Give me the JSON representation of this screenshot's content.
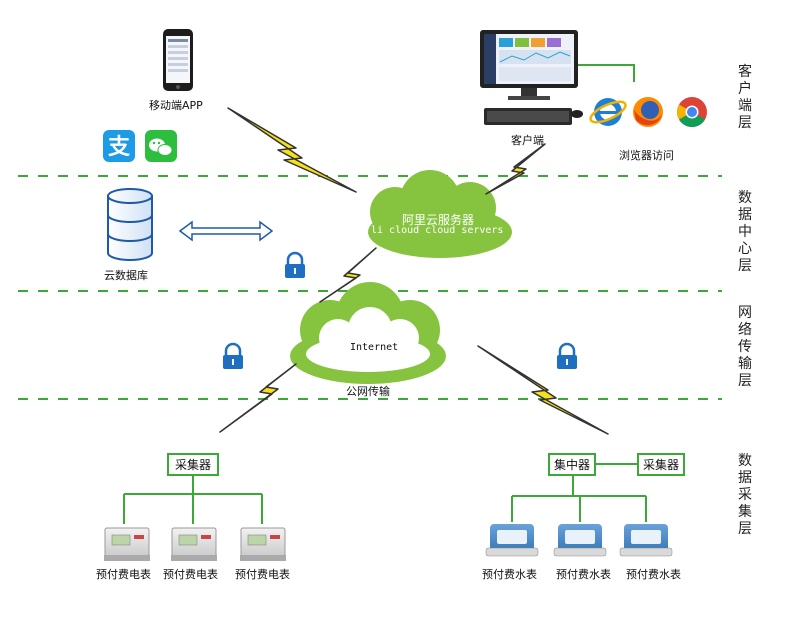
{
  "layers": {
    "client": "客户端层",
    "data_center": "数据中心层",
    "network": "网络传输层",
    "acquisition": "数据采集层"
  },
  "client": {
    "mobile_app": "移动端APP",
    "pc_client": "客户端",
    "browser_access": "浏览器访问"
  },
  "data_center": {
    "cloud_db": "云数据库",
    "cloud_name": "阿里云服务器",
    "cloud_sub": "li cloud  cloud servers"
  },
  "network": {
    "cloud_label": "Internet",
    "caption": "公网传输"
  },
  "acquisition": {
    "left_collector": "采集器",
    "concentrator": "集中器",
    "right_collector": "采集器",
    "electric_meters": [
      "预付费电表",
      "预付费电表",
      "预付费电表"
    ],
    "water_meters": [
      "预付费水表",
      "预付费水表",
      "预付费水表"
    ]
  },
  "colors": {
    "green": "#3aa935",
    "cloud": "#86c440",
    "bolt": "#f5e11a"
  },
  "icons": [
    "phone-icon",
    "alipay-icon",
    "wechat-icon",
    "computer-icon",
    "ie-icon",
    "firefox-icon",
    "chrome-icon",
    "database-icon",
    "lock-icon",
    "bidirectional-arrow-icon"
  ]
}
